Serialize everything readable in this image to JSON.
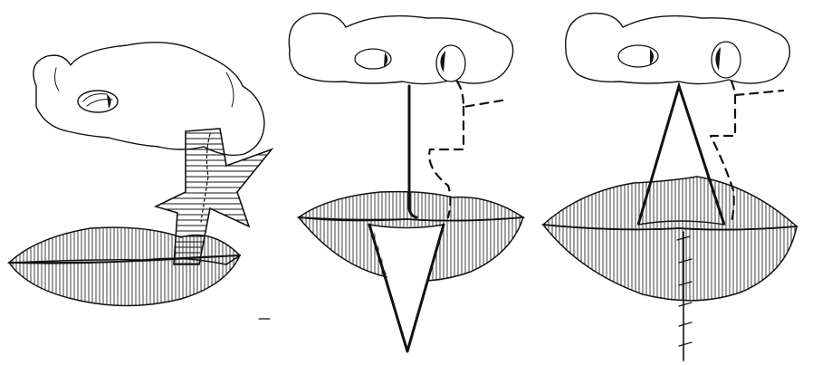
{
  "figure": {
    "panels": [
      {
        "name": "star-flap-panel"
      },
      {
        "name": "wedge-incision-panel"
      },
      {
        "name": "triangular-flap-closure-panel"
      }
    ]
  }
}
